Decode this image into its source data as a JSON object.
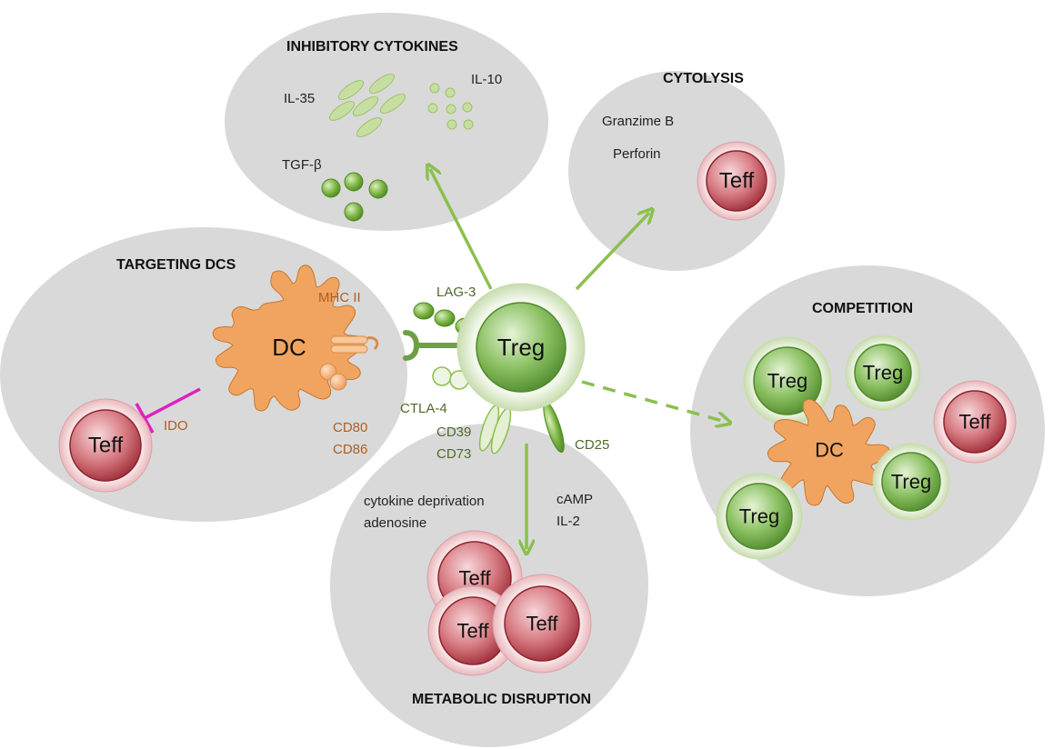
{
  "panels": {
    "inhibitory": {
      "title": "INHIBITORY CYTOKINES",
      "il35": "IL-35",
      "il10": "IL-10",
      "tgfb": "TGF-β"
    },
    "cytolysis": {
      "title": "CYTOLYSIS",
      "granzime": "Granzime B",
      "perforin": "Perforin",
      "teff": "Teff"
    },
    "targeting": {
      "title": "TARGETING DCS",
      "dc": "DC",
      "mhc": "MHC II",
      "cd80": "CD80",
      "cd86": "CD86",
      "ido": "IDO",
      "teff": "Teff"
    },
    "competition": {
      "title": "COMPETITION",
      "treg": "Treg",
      "dc": "DC",
      "teff": "Teff"
    },
    "metabolic": {
      "title": "METABOLIC DISRUPTION",
      "deprivation": "cytokine deprivation",
      "adenosine": "adenosine",
      "camp": "cAMP",
      "il2": "IL-2",
      "teff": "Teff"
    }
  },
  "center": {
    "treg": "Treg",
    "lag3": "LAG-3",
    "ctla4": "CTLA-4",
    "cd39": "CD39",
    "cd73": "CD73",
    "cd25": "CD25"
  },
  "colors": {
    "panel": "#d9d9d9",
    "treg_green": "#5f9a3a",
    "teff_red": "#a9333b",
    "dc_orange": "#f0a460",
    "arrow_green": "#8cbf4f",
    "inhibit_magenta": "#e020c0"
  }
}
